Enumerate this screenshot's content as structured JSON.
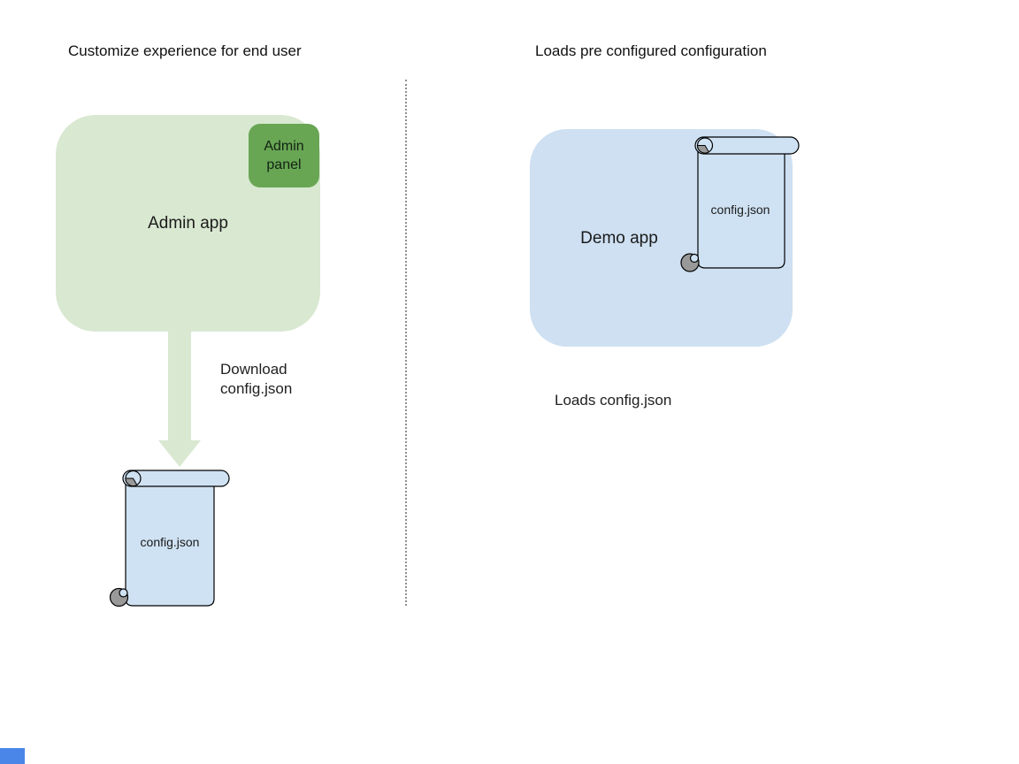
{
  "canvas": {
    "background": "#ffffff"
  },
  "left": {
    "title": "Customize experience for end user",
    "admin_app_label": "Admin app",
    "admin_app_fill": "#d9e8d1",
    "admin_panel_label": "Admin\npanel",
    "admin_panel_fill": "#68a654",
    "arrow_fill": "#d9e8d1",
    "arrow_caption": "Download\nconfig.json",
    "scroll_label": "config.json",
    "scroll_fill": "#cfe2f3",
    "scroll_curl_fill": "#999999"
  },
  "divider": {
    "color": "#8f8f8f"
  },
  "right": {
    "title": "Loads pre configured configuration",
    "demo_app_label": "Demo app",
    "demo_app_fill": "#cee0f2",
    "scroll_label": "config.json",
    "scroll_fill": "#cfe2f3",
    "scroll_curl_fill": "#999999",
    "caption": "Loads config.json"
  },
  "artifact": {
    "blue_square_color": "#4a86e8"
  }
}
